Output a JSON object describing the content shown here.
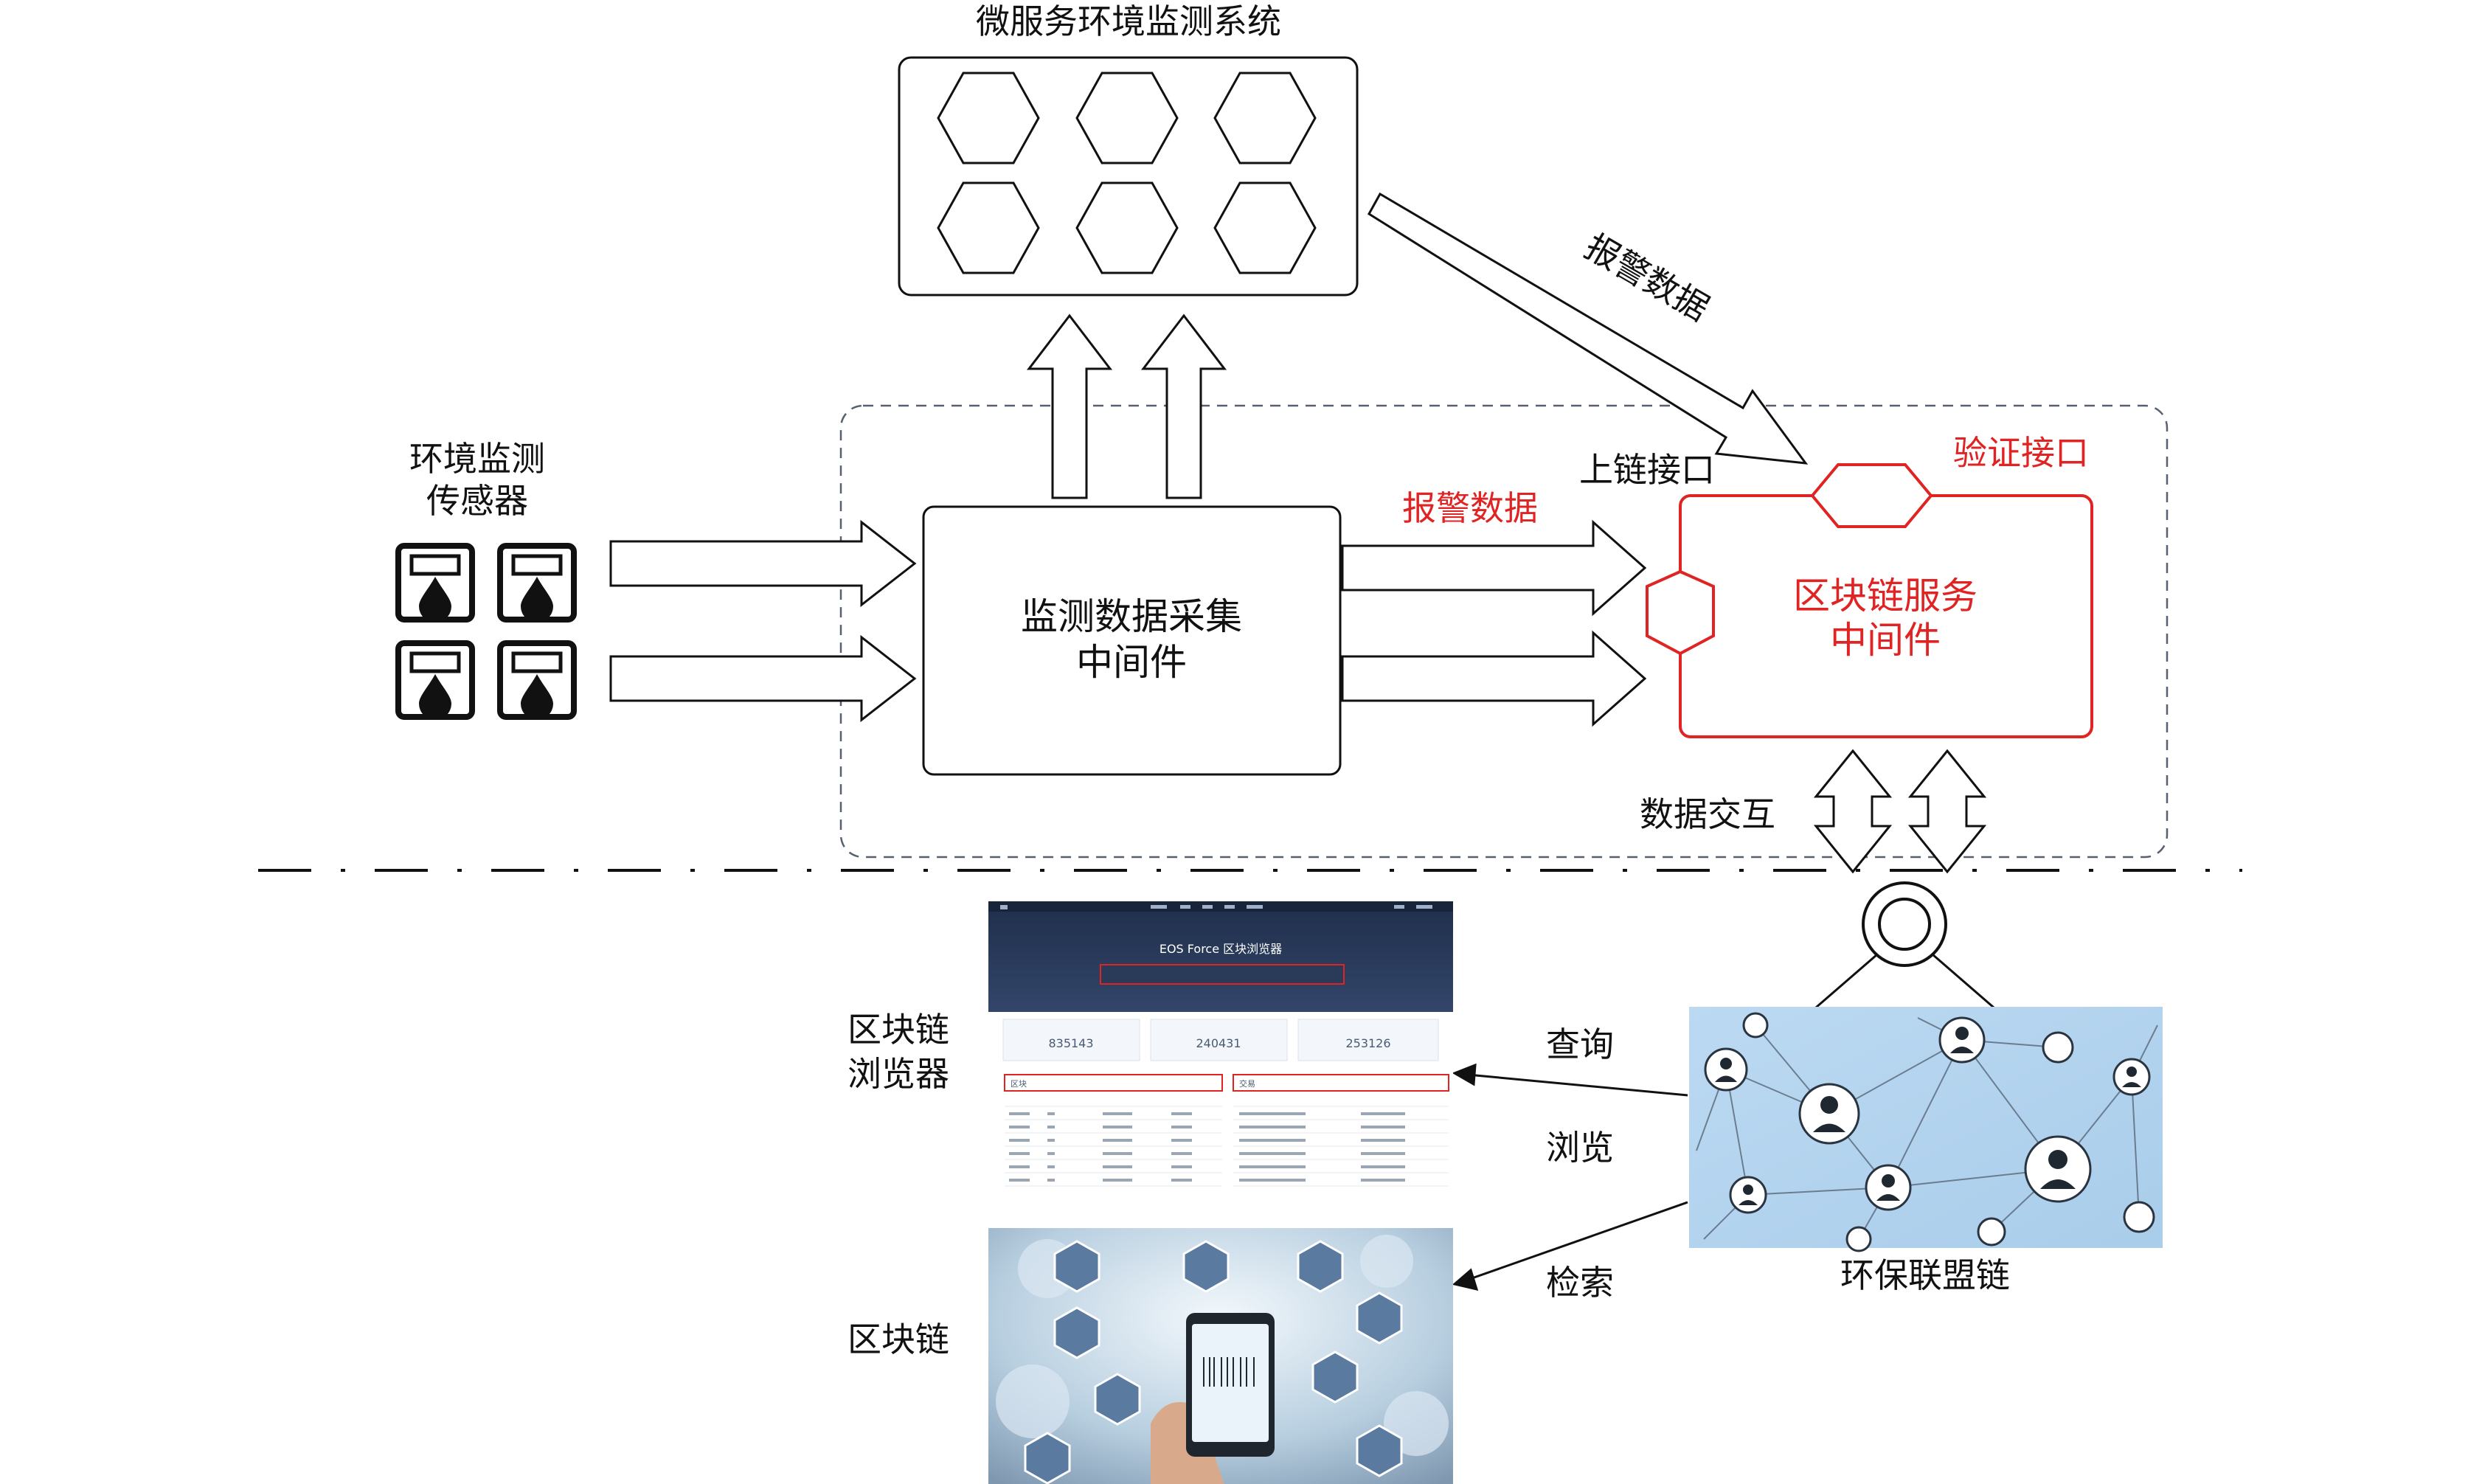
{
  "diagram": {
    "microservice_system": {
      "title": "微服务环境监测系统"
    },
    "sensors": {
      "label_line1": "环境监测",
      "label_line2": "传感器"
    },
    "collector": {
      "label_line1": "监测数据采集",
      "label_line2": "中间件"
    },
    "blockchain_service": {
      "label_line1": "区块链服务",
      "label_line2": "中间件"
    },
    "labels": {
      "alarm_data_diagonal": "报警数据",
      "alarm_data_red": "报警数据",
      "uplink_interface": "上链接口",
      "verify_interface": "验证接口",
      "data_interaction": "数据交互",
      "query": "查询",
      "browse": "浏览",
      "search": "检索"
    },
    "alliance_chain": {
      "label": "环保联盟链"
    },
    "explorer": {
      "label_line1": "区块链",
      "label_line2": "浏览器",
      "screenshot": {
        "header_title": "EOS Force 区块浏览器",
        "stat_1": "835143",
        "stat_2": "240431",
        "stat_3": "253126",
        "panel_left": "区块",
        "panel_right": "交易"
      }
    },
    "blockchain_image": {
      "label": "区块链"
    },
    "colors": {
      "red": "#e02323",
      "black": "#111111",
      "dashed": "#556070"
    }
  }
}
